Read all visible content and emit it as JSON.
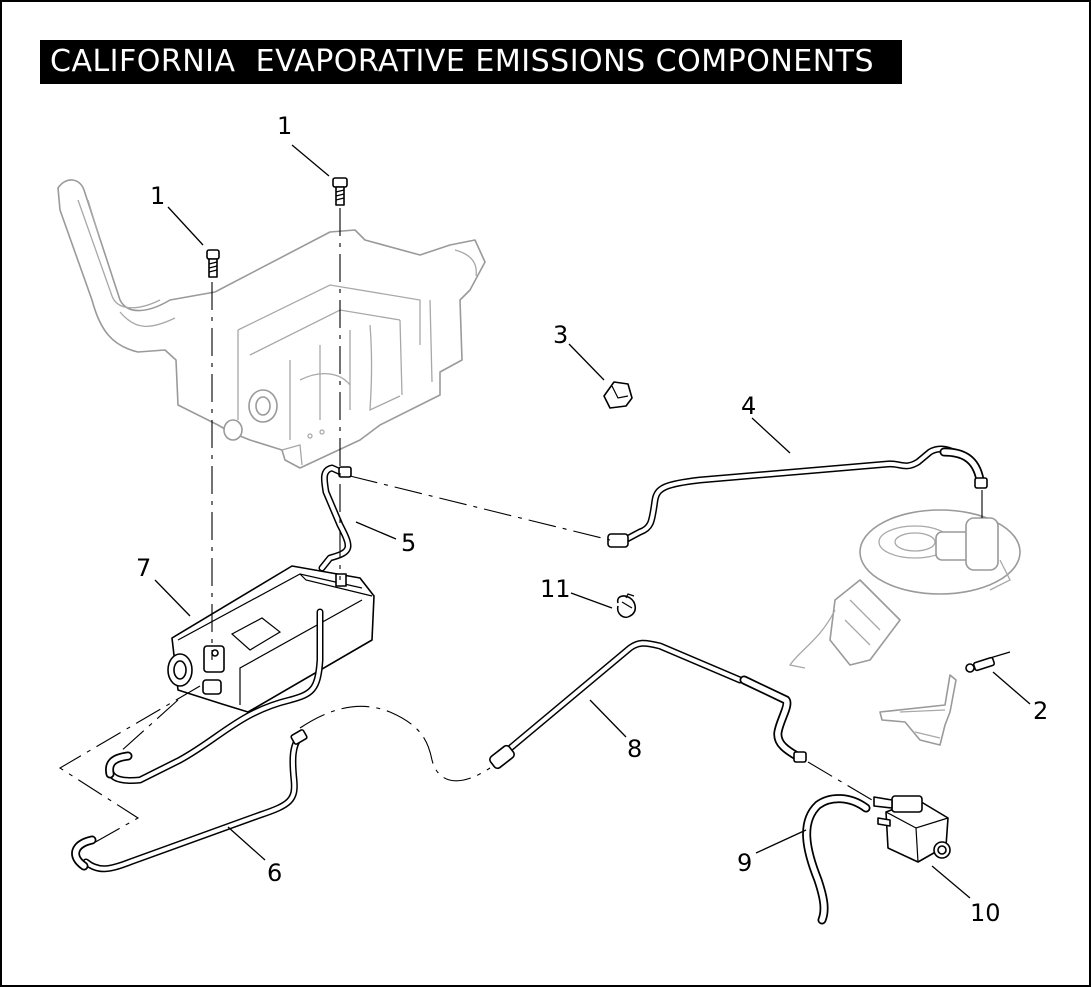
{
  "title": "CALIFORNIA  EVAPORATIVE EMISSIONS COMPONENTS",
  "callouts": {
    "bolt_a": "1",
    "bolt_b": "1",
    "ring_terminal": "2",
    "clip": "3",
    "upper_vent_hose": "4",
    "canister_hose": "5",
    "lower_hose": "6",
    "canister": "7",
    "purge_hose": "8",
    "solenoid_hose": "9",
    "solenoid_valve": "10",
    "hose_clamp": "11"
  },
  "colors": {
    "title_bg": "#000000",
    "title_text": "#ffffff",
    "ghost": "#9a9a9a"
  }
}
